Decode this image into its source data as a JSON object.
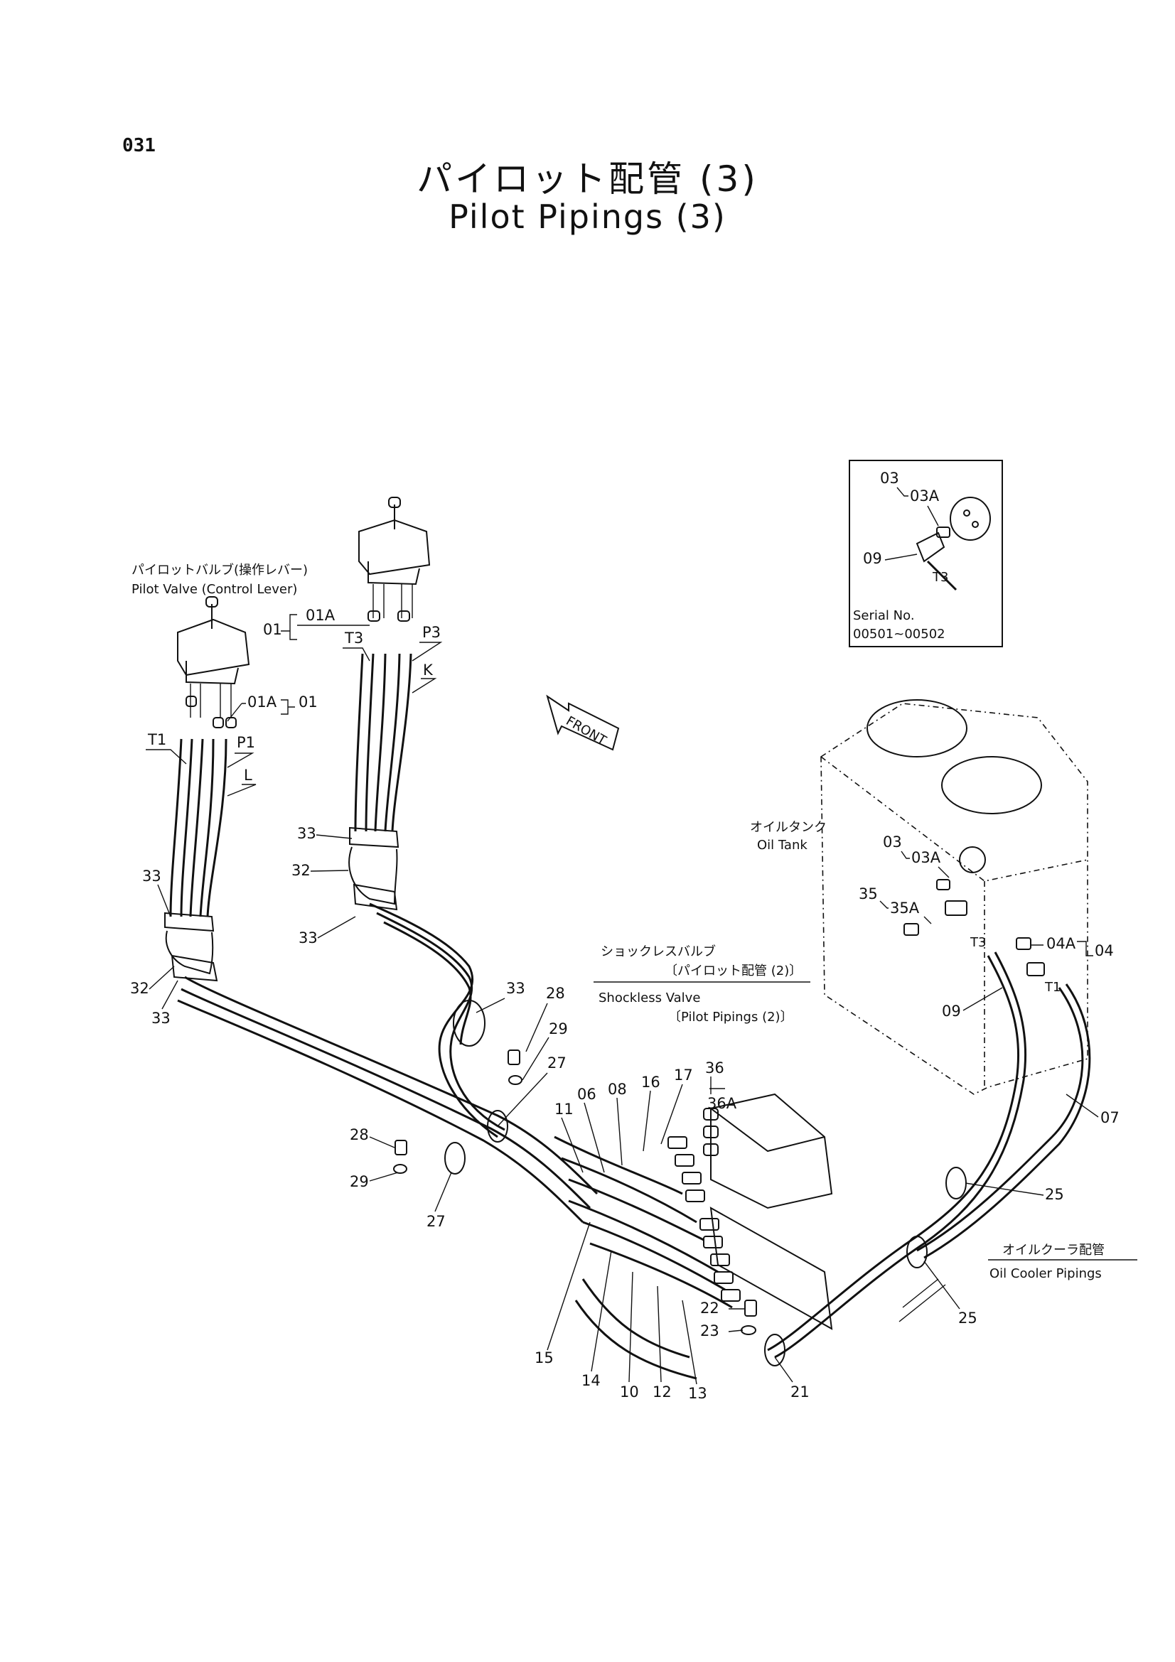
{
  "header": {
    "page_number": "031",
    "title_jp": "パイロット配管 (3)",
    "title_en": "Pilot Pipings (3)"
  },
  "captions": {
    "pilot_valve_jp": "パイロットバルブ(操作レバー)",
    "pilot_valve_en": "Pilot Valve (Control Lever)",
    "oil_tank_jp": "オイルタンク",
    "oil_tank_en": "Oil Tank",
    "shockless_jp_1": "ショックレスバルブ",
    "shockless_jp_2": "〔パイロット配管 (2)〕",
    "shockless_en_1": "Shockless Valve",
    "shockless_en_2": "〔Pilot Pipings (2)〕",
    "oil_cooler_jp": "オイルクーラ配管",
    "oil_cooler_en": "Oil Cooler Pipings",
    "serial_label": "Serial No.",
    "serial_range": "00501~00502",
    "front": "FRONT"
  },
  "labels": {
    "l01": "01",
    "l01a": "01A",
    "l03": "03",
    "l03a": "03A",
    "l04": "04",
    "l04a": "04A",
    "l06": "06",
    "l07": "07",
    "l08": "08",
    "l09": "09",
    "l10": "10",
    "l11": "11",
    "l12": "12",
    "l13": "13",
    "l14": "14",
    "l15": "15",
    "l16": "16",
    "l17": "17",
    "l21": "21",
    "l22": "22",
    "l23": "23",
    "l25": "25",
    "l27": "27",
    "l28": "28",
    "l29": "29",
    "l32": "32",
    "l33": "33",
    "l35": "35",
    "l35a": "35A",
    "l36": "36",
    "l36a": "36A",
    "t1": "T1",
    "t3": "T3",
    "p1": "P1",
    "p3": "P3",
    "k": "K",
    "l": "L"
  }
}
